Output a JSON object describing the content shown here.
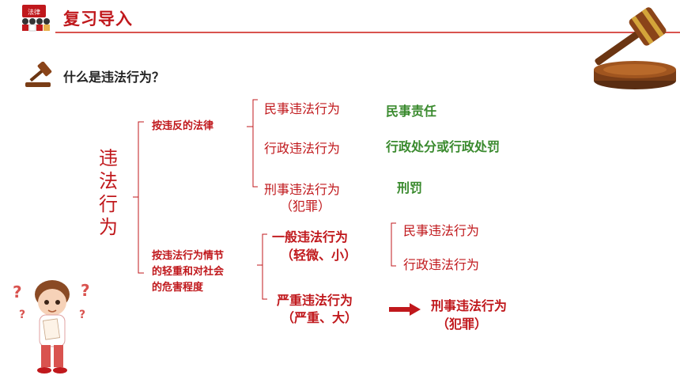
{
  "header": {
    "title": "复习导入",
    "logo_text": "法律"
  },
  "question": {
    "text": "什么是违法行为？"
  },
  "main": {
    "root_chars": [
      "违",
      "法",
      "行",
      "为"
    ],
    "branch1": {
      "label": "按违反的法律",
      "items": [
        {
          "name": "民事违法行为",
          "result": "民事责任"
        },
        {
          "name": "行政违法行为",
          "result": "行政处分或行政处罚"
        },
        {
          "name": "刑事违法行为",
          "name_note": "（犯罪）",
          "result": "刑罚"
        }
      ]
    },
    "branch2": {
      "label_lines": [
        "按违法行为情节",
        "的轻重和对社会",
        "的危害程度"
      ],
      "general": {
        "name": "一般违法行为",
        "note": "（轻微、小）",
        "sub": [
          "民事违法行为",
          "行政违法行为"
        ]
      },
      "serious": {
        "name": "严重违法行为",
        "note": "（严重、大）",
        "result": "刑事违法行为",
        "result_note": "（犯罪）"
      }
    }
  },
  "colors": {
    "accent": "#c0181c",
    "green": "#3a8a2e"
  },
  "icons": [
    "gavel-icon",
    "lawyer-logo-icon",
    "gavel-small-icon",
    "thinking-boy-illustration",
    "arrow-right-icon"
  ]
}
